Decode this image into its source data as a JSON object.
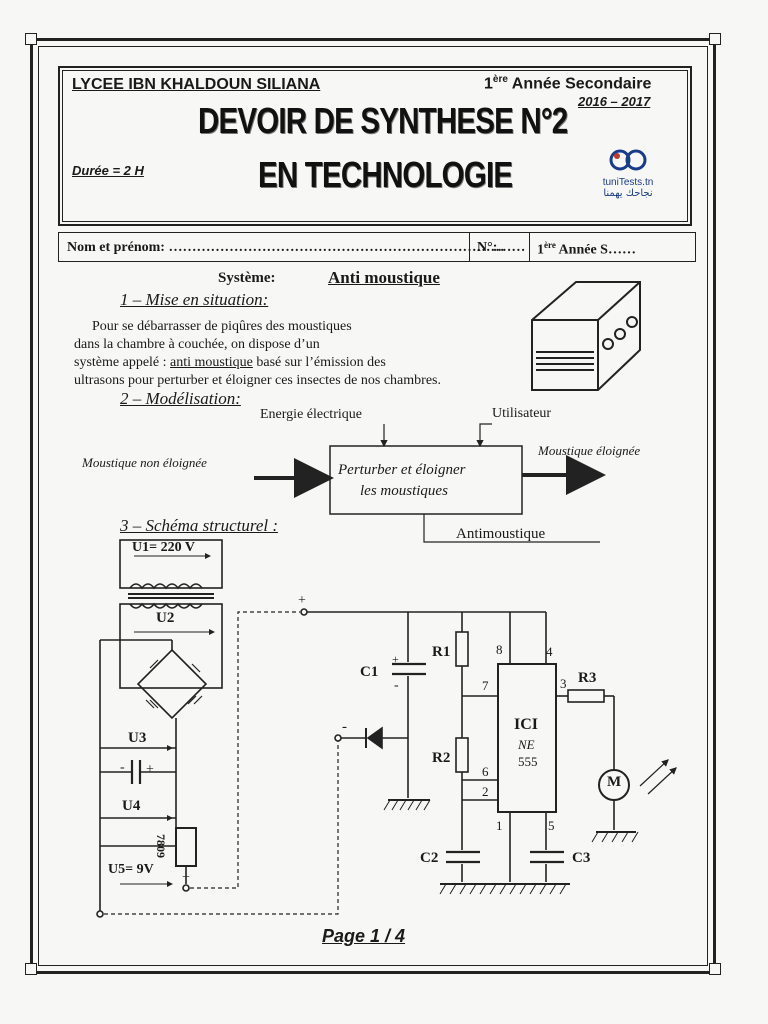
{
  "header": {
    "school": "LYCEE IBN KHALDOUN SILIANA",
    "level_prefix": "1",
    "level_sup": "ère",
    "level_suffix": " Année Secondaire",
    "year": "2016 – 2017",
    "title_line1": "DEVOIR DE SYNTHESE N°2",
    "title_line2": "EN TECHNOLOGIE",
    "duration": "Durée = 2 H",
    "logo_text": "tuniTests.tn",
    "logo_arabic": "نجاحك يهمنا"
  },
  "student_bar": {
    "name_label": "Nom et prénom: ………………………………………………………………",
    "number_label": "N°:……",
    "class_prefix": "1",
    "class_sup": "ère",
    "class_suffix": " Année S……"
  },
  "system": {
    "label": "Système:",
    "name": "Anti moustique"
  },
  "section1": {
    "title": "1 – Mise en situation:",
    "lines": [
      "Pour se débarrasser de piqûres des moustiques",
      "dans la chambre à couchée,  on dispose d’un",
      "système appelé : ",
      "anti moustique",
      " basé sur l’émission des",
      "ultrasons pour perturber et éloigner ces insectes de nos chambres."
    ]
  },
  "section2": {
    "title": "2 – Modélisation:",
    "energy": "Energie électrique",
    "user": "Utilisateur",
    "input": "Moustique non éloignée",
    "output": "Moustique éloignée",
    "function_line1": "Perturber et éloigner",
    "function_line2": "les moustiques",
    "support": "Antimoustique"
  },
  "section3": {
    "title": "3 – Schéma structurel :",
    "labels": {
      "u1": "U1= 220 V",
      "u2": "U2",
      "u3": "U3",
      "u4": "U4",
      "u5": "U5= 9V",
      "reg": "7809",
      "c1": "C1",
      "c2": "C2",
      "c3": "C3",
      "r1": "R1",
      "r2": "R2",
      "r3": "R3",
      "ic": "ICI",
      "ic_ne": "NE",
      "ic_555": "555",
      "motor": "M",
      "pin8": "8",
      "pin4": "4",
      "pin7": "7",
      "pin3": "3",
      "pin6": "6",
      "pin2": "2",
      "pin1": "1",
      "pin5": "5",
      "plus": "+",
      "minus": "-",
      "cap_plus": "+",
      "cap_minus": "-",
      "c1_plus": "+",
      "c1_minus": "-"
    }
  },
  "footer": {
    "page": "Page 1 / 4"
  }
}
